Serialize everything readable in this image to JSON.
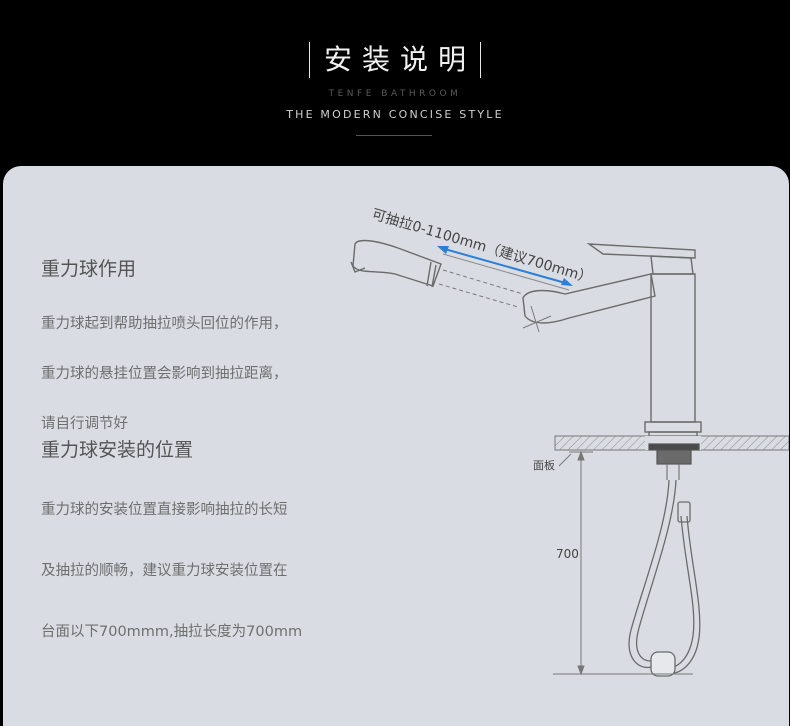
{
  "header": {
    "title": "安装说明",
    "subtitle_brand": "TENFE BATHROOM",
    "subtitle_tagline": "THE MODERN CONCISE STYLE"
  },
  "section1": {
    "heading": "重力球作用",
    "lines": [
      "重力球起到帮助抽拉喷头回位的作用，",
      "重力球的悬挂位置会影响到抽拉距离，",
      "请自行调节好"
    ]
  },
  "section2": {
    "heading": "重力球安装的位置",
    "lines": [
      "重力球的安装位置直接影响抽拉的长短",
      "及抽拉的顺畅，建议重力球安装位置在",
      "台面以下700mmm,抽拉长度为700mm"
    ]
  },
  "diagram": {
    "pull_label": "可抽拉0-1100mm（建议700mm）",
    "panel_label": "面板",
    "height_label": "700",
    "arrow_color": "#2b7fd6",
    "line_color": "#6b6b6b"
  }
}
